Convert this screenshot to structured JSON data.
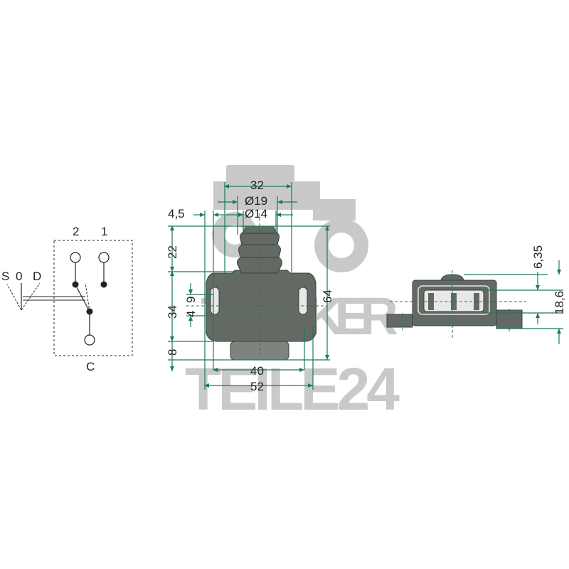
{
  "watermark": {
    "line1": "TRECKER",
    "line2": "TEILE24"
  },
  "schematic": {
    "pole_labels": [
      "S",
      "0",
      "D"
    ],
    "terminal_top_left": "2",
    "terminal_top_right": "1",
    "terminal_bottom": "C"
  },
  "front_view": {
    "dimensions": {
      "width_32": "32",
      "dia_19": "Ø19",
      "dia_14": "Ø14",
      "offset_4_5": "4,5",
      "height_22": "22",
      "height_34": "34",
      "slot_4": "4",
      "slot_9": "9",
      "height_8": "8",
      "height_64": "64",
      "width_40": "40",
      "width_52": "52"
    }
  },
  "side_view": {
    "dimensions": {
      "height_6_35": "6,35",
      "height_18_6": "18,6"
    }
  },
  "colors": {
    "dimension": "#1a7a5a",
    "body": "#636a64",
    "watermark": "#c9c9c9"
  }
}
